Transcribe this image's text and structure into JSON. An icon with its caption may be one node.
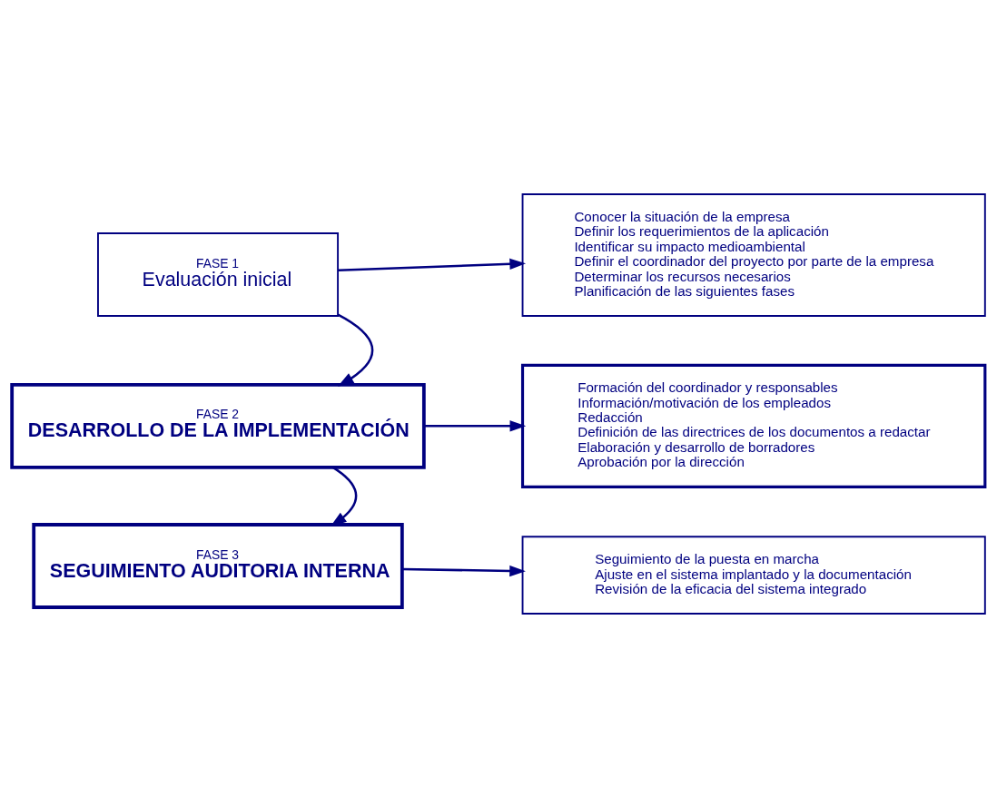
{
  "diagram": {
    "nodes": [
      {
        "text": [
          "FASE 1",
          "Evaluación inicial"
        ]
      },
      {
        "text": [
          "Conocer la situación de la empresa",
          "Definir los requerimientos de la aplicación",
          "Identificar su impacto medioambiental",
          "Definir el coordinador del proyecto por parte de la empresa",
          "Determinar los recursos necesarios",
          "Planificación de las siguientes fases"
        ]
      },
      {
        "text": [
          "FASE 2",
          "DESARROLLO DE LA IMPLEMENTACIÓN"
        ]
      },
      {
        "text": [
          "Formación del coordinador y responsables",
          "Información/motivación de los empleados",
          "Redacción",
          "Definición de las directrices de los documentos a redactar",
          "Elaboración y desarrollo de borradores",
          "Aprobación por la dirección"
        ]
      },
      {
        "text": [
          "FASE 3",
          "SEGUIMIENTO AUDITORIA INTERNA"
        ]
      },
      {
        "text": [
          "Seguimiento de la puesta en marcha",
          "Ajuste en el sistema implantado y la documentación",
          "Revisión de la eficacia del sistema integrado"
        ]
      }
    ],
    "edges": [
      {
        "from": 0,
        "to": 1,
        "arrow": "to"
      },
      {
        "from": 0,
        "to": 2,
        "arrow": "to"
      },
      {
        "from": 2,
        "to": 3,
        "arrow": "to"
      },
      {
        "from": 2,
        "to": 4,
        "arrow": "to"
      },
      {
        "from": 4,
        "to": 5,
        "arrow": "to"
      }
    ]
  }
}
